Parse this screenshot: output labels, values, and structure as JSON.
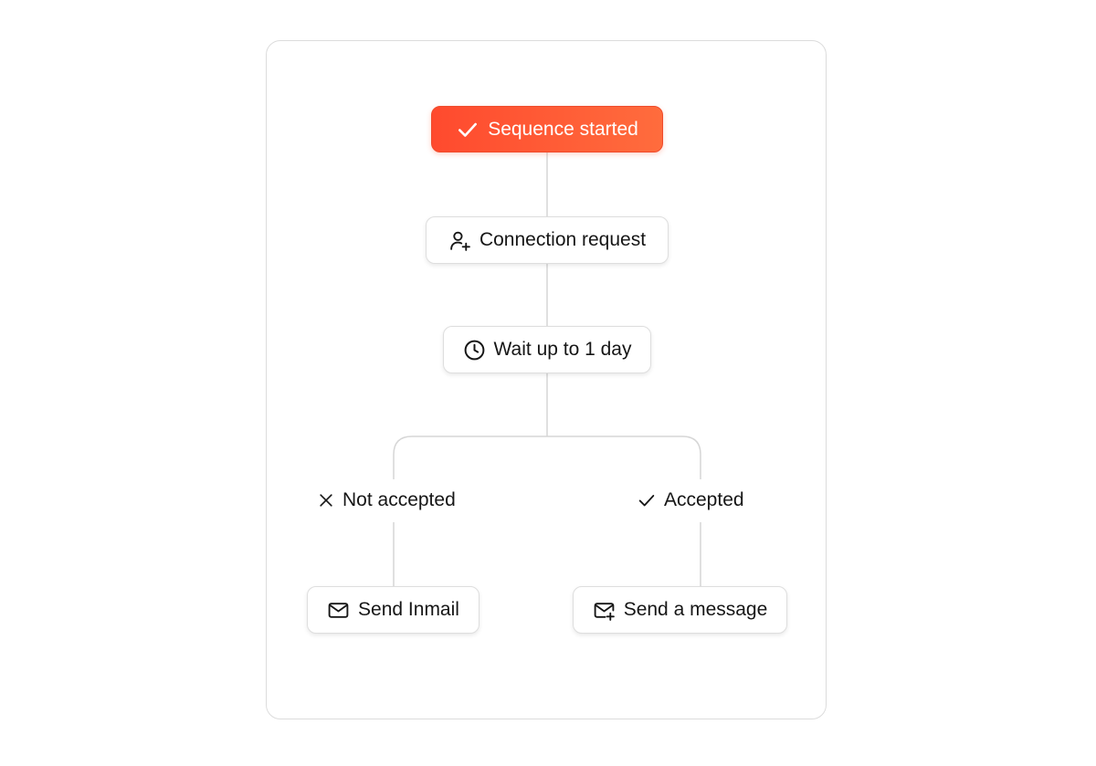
{
  "colors": {
    "accent_start": "#ff4a2e",
    "accent_end": "#ff6c3d",
    "connector": "#d6d6d6",
    "text": "#161616"
  },
  "flow": {
    "start": {
      "label": "Sequence started",
      "icon": "check-icon"
    },
    "connection_request": {
      "label": "Connection request",
      "icon": "user-plus-icon"
    },
    "wait": {
      "label": "Wait up to 1 day",
      "icon": "clock-icon"
    },
    "branches": {
      "not_accepted": {
        "label": "Not accepted",
        "icon": "x-icon"
      },
      "accepted": {
        "label": "Accepted",
        "icon": "check-icon"
      }
    },
    "send_inmail": {
      "label": "Send Inmail",
      "icon": "mail-icon"
    },
    "send_message": {
      "label": "Send a message",
      "icon": "mail-plus-icon"
    }
  }
}
